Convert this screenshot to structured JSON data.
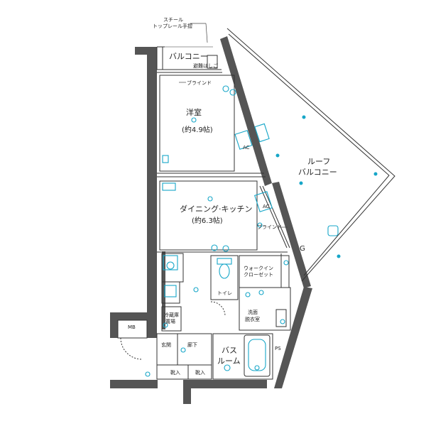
{
  "rooms": {
    "balcony": "バルコニー",
    "western_room": "洋室",
    "western_room_size": "(約4.9帖)",
    "roof_balcony_line1": "ルーフ",
    "roof_balcony_line2": "バルコニー",
    "dining_kitchen": "ダイニング·キッチン",
    "dining_kitchen_size": "(約6.3帖)",
    "walk_in_closet_line1": "ウォークイン",
    "walk_in_closet_line2": "クローゼット",
    "toilet": "トイレ",
    "washroom_line1": "洗面",
    "washroom_line2": "脱衣室",
    "entrance": "玄関",
    "hallway": "廊下",
    "bath_line1": "バス",
    "bath_line2": "ルーム",
    "shoe_box_1": "靴入",
    "shoe_box_2": "靴入"
  },
  "labels": {
    "steel_rail_line1": "スチール",
    "steel_rail_line2": "トップレール手摺",
    "escape_ladder": "避難はしご",
    "blind_1": "ブラインド",
    "blind_2": "ブラインド",
    "ac_1": "AC",
    "ac_2": "AC",
    "mb": "MB",
    "ps": "PS",
    "g": "G",
    "fridge_line1": "冷蔵庫",
    "fridge_line2": "置場"
  },
  "icons": [
    "ceiling-light-icon",
    "outlet-icon",
    "sink-icon",
    "stove-icon",
    "toilet-icon",
    "bathtub-icon",
    "door-swing-icon"
  ],
  "colors": {
    "wall": "#555555",
    "fixture_icon": "#16a6c8",
    "line": "#333333"
  }
}
